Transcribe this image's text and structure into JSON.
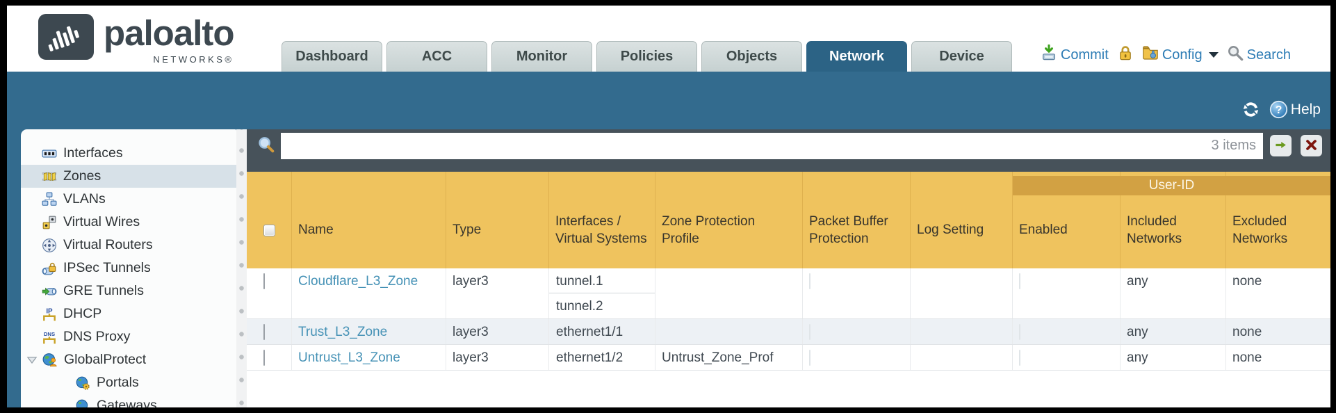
{
  "brand": {
    "logo_text": "paloalto",
    "logo_sub": "NETWORKS®"
  },
  "nav_tabs": {
    "items": [
      {
        "label": "Dashboard",
        "active": false
      },
      {
        "label": "ACC",
        "active": false
      },
      {
        "label": "Monitor",
        "active": false
      },
      {
        "label": "Policies",
        "active": false
      },
      {
        "label": "Objects",
        "active": false
      },
      {
        "label": "Network",
        "active": true
      },
      {
        "label": "Device",
        "active": false
      }
    ]
  },
  "header_actions": {
    "commit_label": "Commit",
    "config_label": "Config",
    "search_label": "Search"
  },
  "toolbar": {
    "help_label": "Help"
  },
  "sidebar": {
    "items": [
      {
        "label": "Interfaces",
        "icon": "interfaces-icon"
      },
      {
        "label": "Zones",
        "icon": "zones-icon",
        "selected": true
      },
      {
        "label": "VLANs",
        "icon": "vlans-icon"
      },
      {
        "label": "Virtual Wires",
        "icon": "virtual-wires-icon"
      },
      {
        "label": "Virtual Routers",
        "icon": "virtual-routers-icon"
      },
      {
        "label": "IPSec Tunnels",
        "icon": "ipsec-tunnels-icon"
      },
      {
        "label": "GRE Tunnels",
        "icon": "gre-tunnels-icon"
      },
      {
        "label": "DHCP",
        "icon": "dhcp-icon"
      },
      {
        "label": "DNS Proxy",
        "icon": "dns-proxy-icon"
      },
      {
        "label": "GlobalProtect",
        "icon": "globalprotect-icon",
        "expanded": true
      },
      {
        "label": "Portals",
        "icon": "portals-icon",
        "indent": 1
      },
      {
        "label": "Gateways",
        "icon": "gateways-icon",
        "indent": 1
      }
    ]
  },
  "filter_bar": {
    "value": "",
    "count_label": "3 items"
  },
  "table": {
    "group_header": "User-ID",
    "columns": [
      "",
      "Name",
      "Type",
      "Interfaces /\nVirtual Systems",
      "Zone Protection\nProfile",
      "Packet Buffer\nProtection",
      "Log Setting",
      "Enabled",
      "Included\nNetworks",
      "Excluded\nNetworks"
    ],
    "rows": [
      {
        "name": "Cloudflare_L3_Zone",
        "type": "layer3",
        "interfaces": [
          "tunnel.1",
          "tunnel.2"
        ],
        "zone_protection_profile": "",
        "log_setting": "",
        "included_networks": "any",
        "excluded_networks": "none"
      },
      {
        "name": "Trust_L3_Zone",
        "type": "layer3",
        "interfaces": [
          "ethernet1/1"
        ],
        "zone_protection_profile": "",
        "log_setting": "",
        "included_networks": "any",
        "excluded_networks": "none"
      },
      {
        "name": "Untrust_L3_Zone",
        "type": "layer3",
        "interfaces": [
          "ethernet1/2"
        ],
        "zone_protection_profile": "Untrust_Zone_Prof",
        "log_setting": "",
        "included_networks": "any",
        "excluded_networks": "none"
      }
    ]
  },
  "colors": {
    "teal": "#336b8e",
    "slate": "#47525a",
    "accent_orange": "#efc35e",
    "user_id_band": "#d2a143",
    "link_blue": "#4692b6"
  }
}
